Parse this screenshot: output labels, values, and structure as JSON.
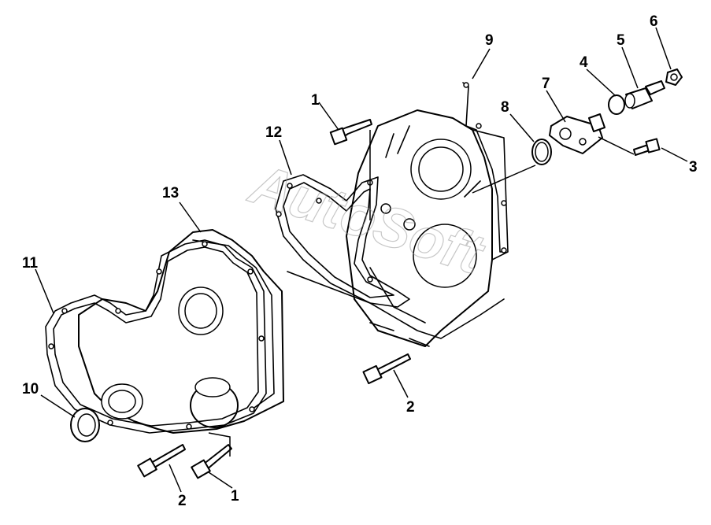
{
  "watermark": "AutoSoft",
  "callouts": {
    "c1_top": "1",
    "c1_bottom": "1",
    "c2_middle": "2",
    "c2_bottom": "2",
    "c3": "3",
    "c4": "4",
    "c5": "5",
    "c6": "6",
    "c7": "7",
    "c8": "8",
    "c9": "9",
    "c10": "10",
    "c11": "11",
    "c12": "12",
    "c13": "13"
  }
}
